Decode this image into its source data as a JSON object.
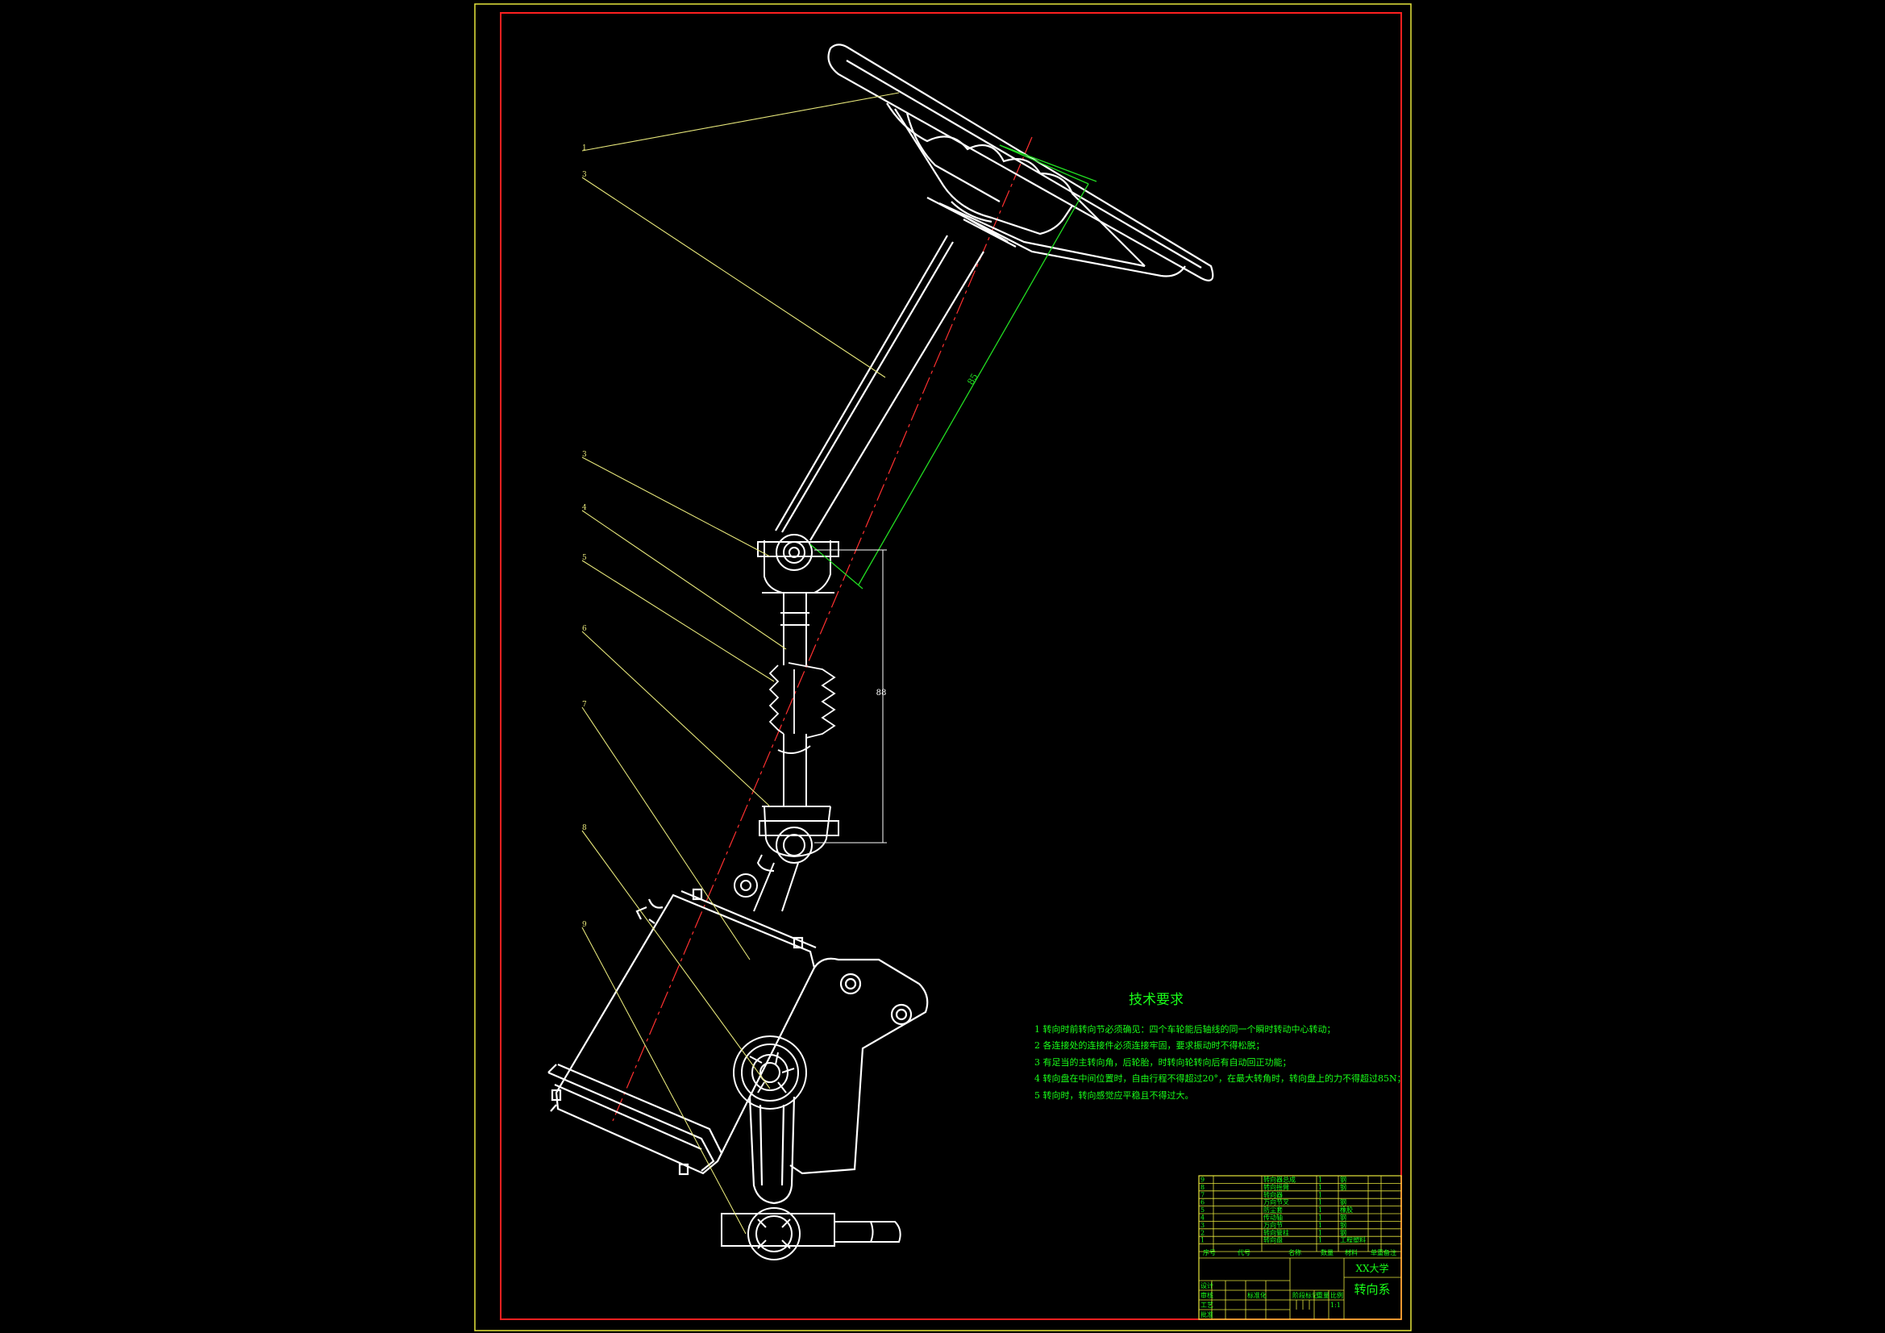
{
  "drawing": {
    "colors": {
      "background": "#000000",
      "outer_frame": "#e6e63c",
      "inner_frame": "#ff2020",
      "geometry": "#ffffff",
      "leader": "#e6e67a",
      "dimension": "#22dd22",
      "centerline": "#ff3030",
      "annotation_text": "#19ff19"
    },
    "balloons": [
      "1",
      "3",
      "3",
      "4",
      "5",
      "6",
      "7",
      "8",
      "9"
    ],
    "dimensions": {
      "shaft_length": "85",
      "intermediate_length": "88"
    }
  },
  "technical_requirements": {
    "title": "技术要求",
    "items": [
      "1 转向时前转向节必须确见：四个车轮能后轴线的同一个瞬时转动中心转动；",
      "2 各连接处的连接件必须连接牢固，要求振动时不得松脱；",
      "3 有足当的主转向角，后轮胎，时转向轮转向后有自动回正功能；",
      "4 转向盘在中间位置时，自由行程不得超过20°，在最大转角时，转向盘上的力不得超过85N；",
      "5 转向时，转向感觉应平稳且不得过大。"
    ]
  },
  "title_block": {
    "parts_rows": [
      [
        "9",
        "",
        "转向器总成",
        "1",
        "钢",
        "",
        ""
      ],
      [
        "8",
        "",
        "转向摇臂",
        "1",
        "钢",
        "",
        ""
      ],
      [
        "7",
        "",
        "转向器",
        "1",
        "",
        "",
        ""
      ],
      [
        "6",
        "",
        "万向节叉",
        "1",
        "钢",
        "",
        ""
      ],
      [
        "5",
        "",
        "防尘套",
        "1",
        "橡胶",
        "",
        ""
      ],
      [
        "4",
        "",
        "传动轴",
        "1",
        "钢",
        "",
        ""
      ],
      [
        "3",
        "",
        "万向节",
        "1",
        "钢",
        "",
        ""
      ],
      [
        "2",
        "",
        "转向管柱",
        "1",
        "钢",
        "",
        ""
      ],
      [
        "1",
        "",
        "转向盘",
        "1",
        "工程塑料",
        "",
        ""
      ]
    ],
    "header": [
      "序号",
      "代号",
      "名称",
      "数量",
      "材料",
      "单重",
      "备注"
    ],
    "school": "XX大学",
    "drawing_title": "转向系",
    "sign_labels": [
      "设计",
      "审核",
      "工艺",
      "批准",
      "标准化"
    ],
    "stage_labels": [
      "阶段标记",
      "重量",
      "比例"
    ],
    "scale": "1:1"
  }
}
